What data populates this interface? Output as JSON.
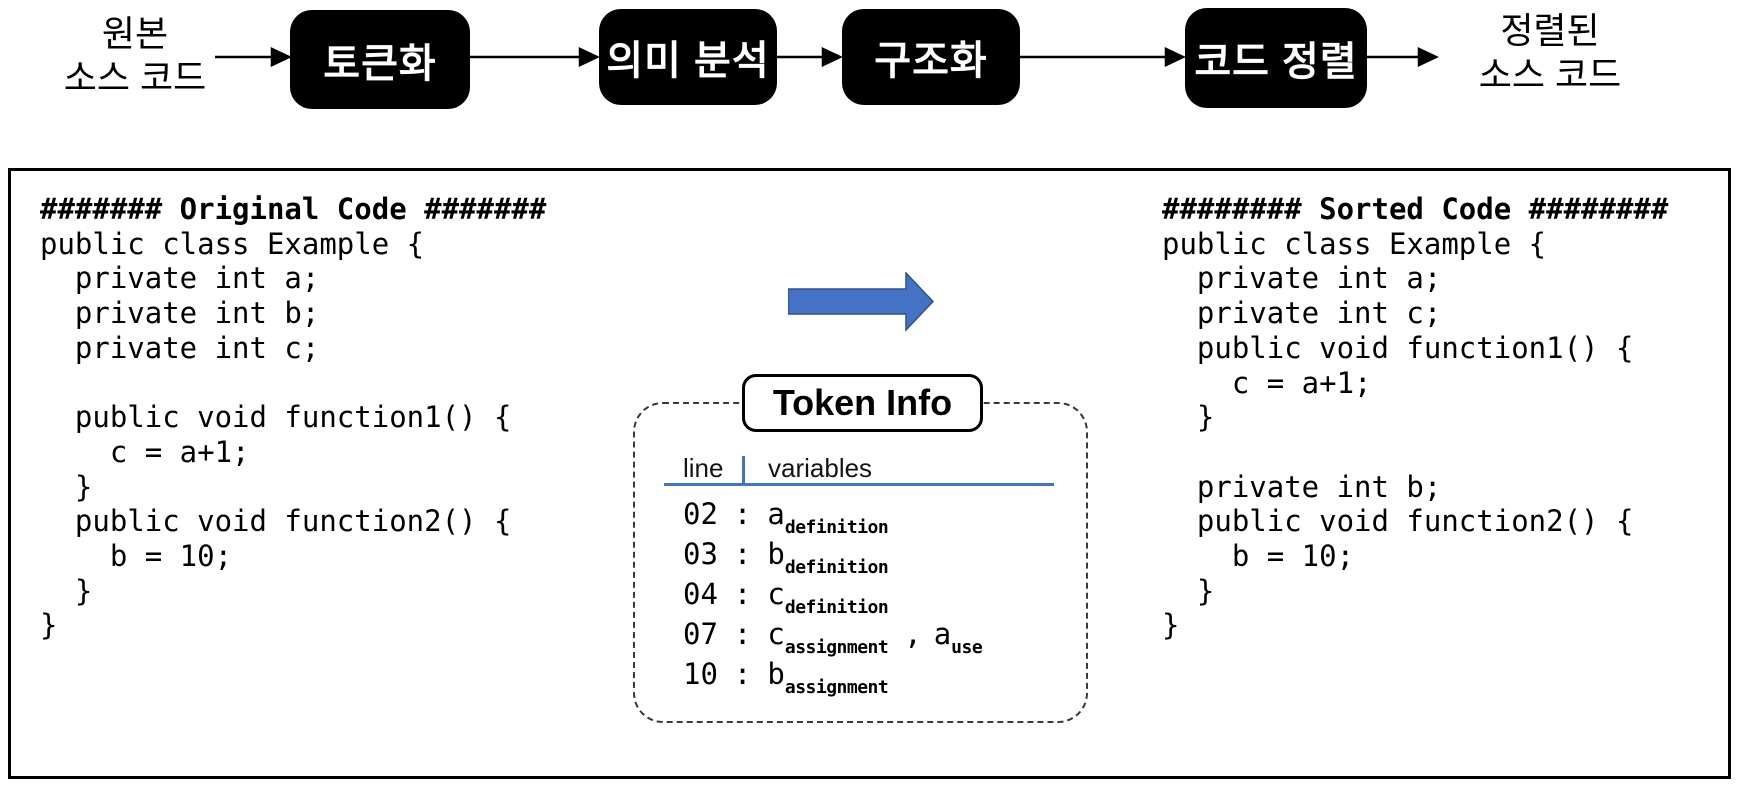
{
  "flow": {
    "source_label": "원본\n소스 코드",
    "steps": [
      {
        "label": "토큰화"
      },
      {
        "label": "의미 분석"
      },
      {
        "label": "구조화"
      },
      {
        "label": "코드 정렬"
      }
    ],
    "result_label": "정렬된\n소스 코드"
  },
  "original_code": {
    "header": "####### Original Code #######",
    "body": "public class Example {\n  private int a;\n  private int b;\n  private int c;\n\n  public void function1() {\n    c = a+1;\n  }\n  public void function2() {\n    b = 10;\n  }\n}"
  },
  "sorted_code": {
    "header": "######## Sorted Code ########",
    "body": "public class Example {\n  private int a;\n  private int c;\n  public void function1() {\n    c = a+1;\n  }\n\n  private int b;\n  public void function2() {\n    b = 10;\n  }\n}"
  },
  "token_info": {
    "title": "Token Info",
    "colon": ":",
    "columns": {
      "line": "line",
      "variables": "variables"
    },
    "rows": [
      {
        "line": "02",
        "tokens": [
          {
            "base": "a",
            "sub": "definition"
          }
        ]
      },
      {
        "line": "03",
        "tokens": [
          {
            "base": "b",
            "sub": "definition"
          }
        ]
      },
      {
        "line": "04",
        "tokens": [
          {
            "base": "c",
            "sub": "definition"
          }
        ]
      },
      {
        "line": "07",
        "comma": ",",
        "tokens": [
          {
            "base": "c",
            "sub": "assignment"
          },
          {
            "base": "a",
            "sub": "use"
          }
        ]
      },
      {
        "line": "10",
        "tokens": [
          {
            "base": "b",
            "sub": "assignment"
          }
        ]
      }
    ]
  },
  "colors": {
    "accent_blue": "#4472C4",
    "arrow_border": "#2F528F",
    "step_box": "#000000"
  }
}
